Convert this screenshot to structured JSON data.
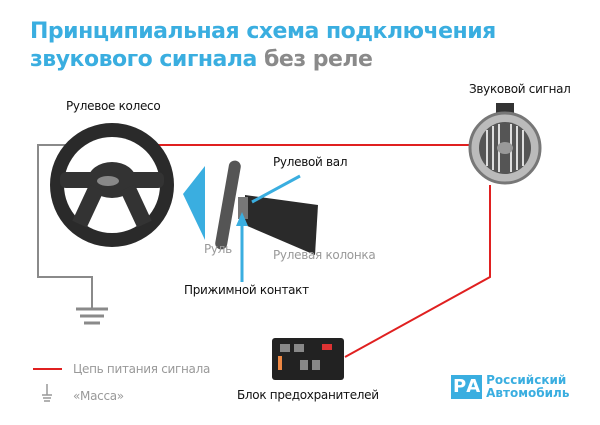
{
  "title": {
    "line1": "Принципиальная схема подключения",
    "line2_blue": "звукового сигнала",
    "line2_grey": "без реле"
  },
  "labels": {
    "steering_wheel": "Рулевое колесо",
    "horn": "Звуковой сигнал",
    "steering_shaft": "Рулевой вал",
    "wheel_side": "Руль",
    "steering_column": "Рулевая колонка",
    "pressure_contact": "Прижимной контакт",
    "fuse_box": "Блок предохранителей"
  },
  "legend": [
    {
      "label": "Цепь питания сигнала",
      "icon": "red-line",
      "color": "#e02020"
    },
    {
      "label": "«Масса»",
      "icon": "ground-icon",
      "color": "#888888"
    }
  ],
  "logo": {
    "mark": "РА",
    "line1": "Российский",
    "line2": "Автомобиль"
  },
  "colors": {
    "accent": "#3aaee0",
    "power": "#e02020",
    "ground": "#8a8a8a"
  }
}
